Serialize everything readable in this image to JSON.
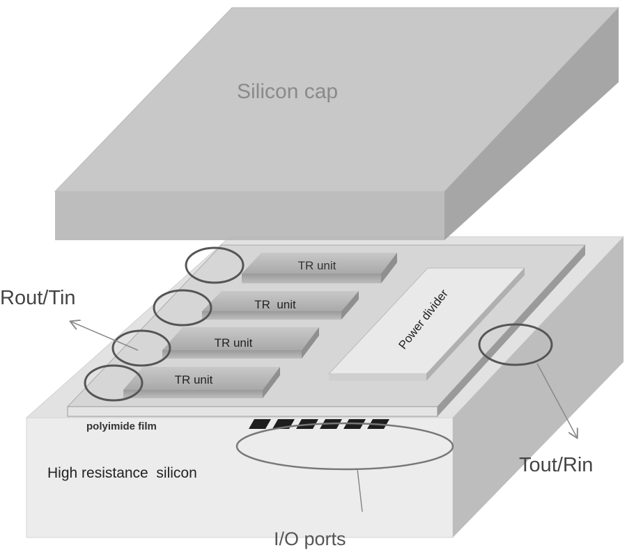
{
  "labels": {
    "silicon_cap": "Silicon cap",
    "rout_tin": "Rout/Tin",
    "tr_units": [
      "TR unit",
      "TR  unit",
      "TR unit",
      "TR unit"
    ],
    "power_divider": "Power divider",
    "polyimide_film": "polyimide film",
    "high_resistance_silicon": "High resistance  silicon",
    "tout_rin": "Tout/Rin",
    "io_ports": "I/O ports"
  },
  "io_pad_count": 6,
  "colors": {
    "cap_top": "#c4c4c4",
    "cap_front": "#b9b9b9",
    "cap_side": "#a0a0a0",
    "base_top": "#e2e2e2",
    "base_front": "#ececec",
    "base_side": "#bdbdbd",
    "film": "#d6d6d6",
    "pad": "#1e1e1e",
    "ellipse": "#555555"
  }
}
